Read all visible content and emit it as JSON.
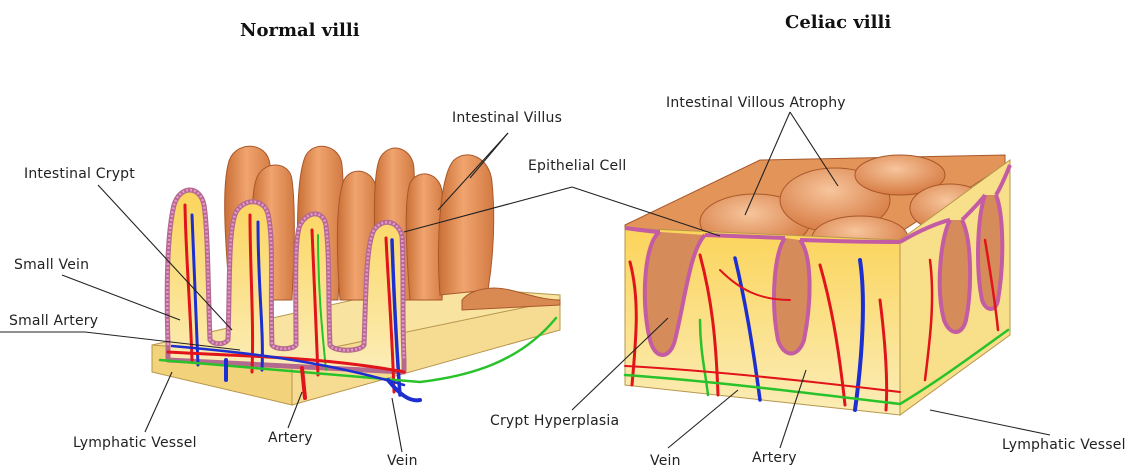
{
  "titles": {
    "left": "Normal villi",
    "right": "Celiac villi"
  },
  "labels": {
    "intestinal_crypt": "Intestinal Crypt",
    "small_vein": "Small Vein",
    "small_artery": "Small Artery",
    "lymphatic_vessel_left": "Lymphatic Vessel",
    "artery_left": "Artery",
    "vein_left": "Vein",
    "intestinal_villus": "Intestinal Villus",
    "epithelial_cell": "Epithelial Cell",
    "villous_atrophy": "Intestinal Villous Atrophy",
    "crypt_hyperplasia": "Crypt Hyperplasia",
    "vein_right": "Vein",
    "artery_right": "Artery",
    "lymphatic_vessel_right": "Lymphatic Vessel"
  },
  "colors": {
    "tissue_orange": "#e99a62",
    "tissue_light": "#f6bf8f",
    "base_yellow": "#f8e08a",
    "epithelium_pink": "#d85ab2",
    "artery_red": "#e0141a",
    "vein_blue": "#1d2fd1",
    "lymph_green": "#29c22a"
  }
}
